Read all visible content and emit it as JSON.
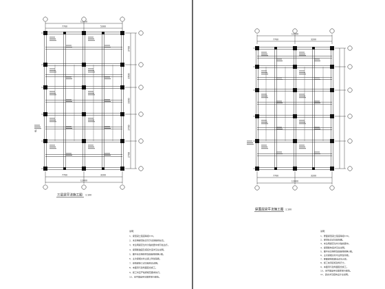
{
  "left_sheet": {
    "plan_title": "三层梁平法施工图",
    "plan_scale": "1:100",
    "top_dims": {
      "total": "12000",
      "spans": [
        "7700",
        "5300"
      ]
    },
    "bottom_dims": {
      "total": "12000",
      "spans": [
        "7700",
        "3200"
      ]
    },
    "right_dims": [
      "3700",
      "3500",
      "3300",
      "2700",
      "2700",
      "3300"
    ],
    "notes": {
      "heading": "说明：",
      "lines": [
        "1、梁混凝土强度等级C30。",
        "2、未注明梁顶标高均为本层结构标高。",
        "3、未注明梁定位均为轴线居中或与柱边齐。",
        "4、梁钢筋锚固及搭接长度详见总说明。",
        "5、图中未注明的附加箍筋每侧各3根。",
        "6、主次梁相交处主梁上附加箍筋。",
        "7、悬挑梁施工详见结构总说明。",
        "8、本图须与建筑图配合施工。",
        "9、施工时应严格按规范要求执行。",
        "10、未尽事宜参见国家现行规范。"
      ]
    }
  },
  "right_sheet": {
    "plan_title": "屋面层梁平法施工图",
    "plan_scale": "1:100",
    "top_dims": {
      "total": "12000",
      "spans": [
        "7700",
        "3200"
      ]
    },
    "bottom_dims": {
      "total": "12000",
      "spans": [
        "7700",
        "3200"
      ]
    },
    "notes": {
      "heading": "说明：",
      "lines": [
        "1、屋面梁混凝土强度等级C30。",
        "2、梁顶标高详见建筑图。",
        "3、未注明梁定位均为轴线居中。",
        "4、梁钢筋构造详见总说明。",
        "5、图中未注明附加箍筋每侧各3根。",
        "6、主次梁相交处均设附加吊筋。",
        "7、屋面梁挑檐做法详见大样。",
        "8、施工前须复核建筑尺寸。",
        "9、本图须与建筑图配合施工。",
        "10、未尽事宜参见国家现行规范。",
        "11、其余详见结构设计总说明。"
      ]
    }
  }
}
